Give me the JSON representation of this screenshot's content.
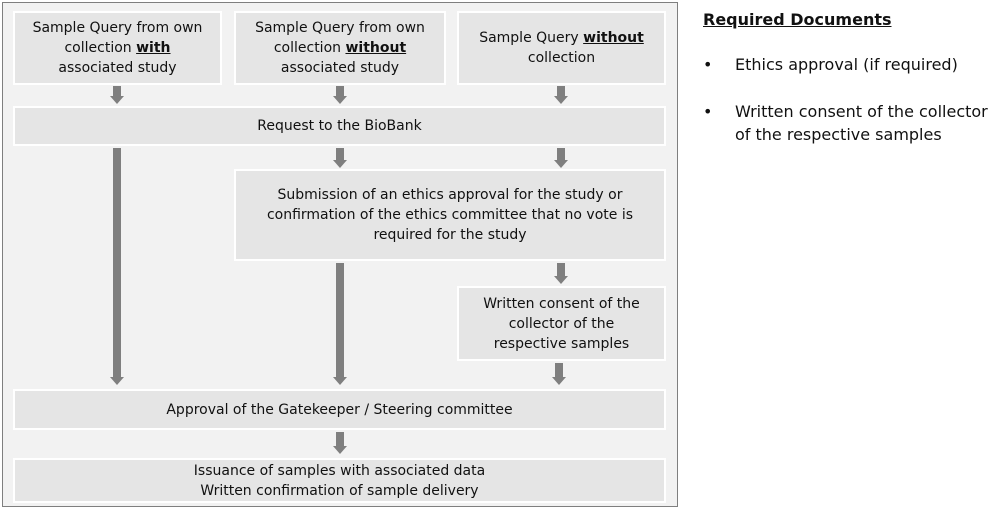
{
  "flow": {
    "box_q1": {
      "pre": "Sample Query from own collection ",
      "bold": "with",
      "post": " associated study"
    },
    "box_q2": {
      "pre": "Sample Query from own collection ",
      "bold": "without",
      "post": " associated study"
    },
    "box_q3": {
      "pre": "Sample Query ",
      "bold": "without",
      "post": " collection"
    },
    "request": "Request to the BioBank",
    "ethics": "Submission of an ethics approval for the study or confirmation of the ethics committee that no vote is required for the study",
    "consent": "Written consent of the collector of the respective samples",
    "approval": "Approval of the Gatekeeper / Steering committee",
    "issuance": "Issuance of samples with associated data\nWritten confirmation of sample delivery"
  },
  "side": {
    "title": "Required Documents",
    "bullet": "•",
    "items": [
      "Ethics approval (if required)",
      "Written consent of the collector of the respective samples"
    ]
  },
  "colors": {
    "box_fill": "#e5e5e5",
    "frame_fill": "#f2f2f2",
    "arrow": "#7f7f7f"
  }
}
